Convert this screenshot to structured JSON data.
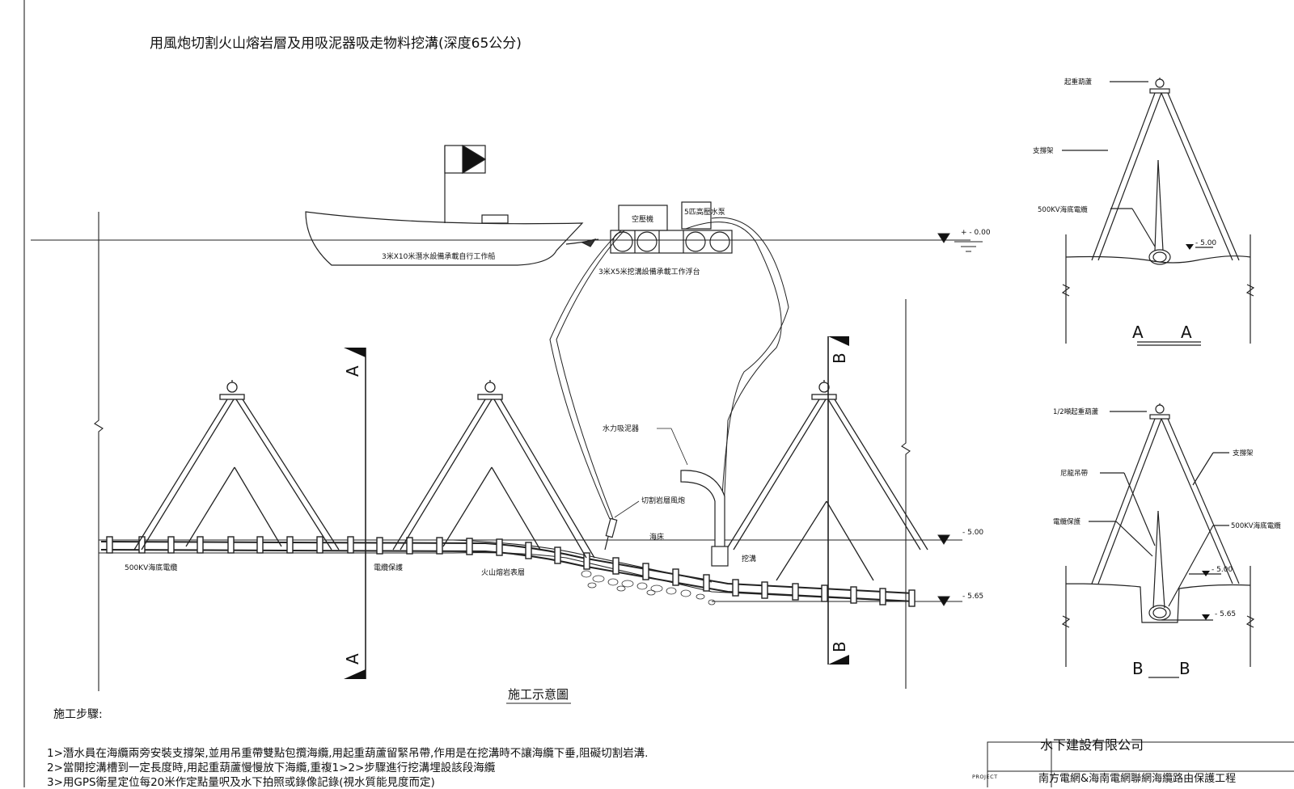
{
  "title": "用風炮切割火山熔岩層及用吸泥器吸走物料挖溝(深度65公分)",
  "labels": {
    "ship": "3米X10米潛水設備承載自行工作船",
    "platform": "3米X5米挖溝設備承載工作浮台",
    "compressor": "空壓機",
    "pump": "5匹高壓水泵",
    "suction": "水力吸泥器",
    "cutter": "切割岩層風炮",
    "seabed": "海床",
    "trench": "挖溝",
    "cable": "500KV海底電纜",
    "cable_protect": "電纜保護",
    "lava": "火山熔岩表層",
    "caption": "施工示意圖"
  },
  "levels": {
    "surface": "+ - 0.00",
    "seabed": "- 5.00",
    "trench": "- 5.65"
  },
  "sections": {
    "a": "A",
    "b": "B"
  },
  "detail_aa": {
    "hoist": "起重葫蘆",
    "frame": "支撐架",
    "cable": "500KV海底電纜",
    "level": "- 5.00",
    "caption_left": "A",
    "caption_right": "A"
  },
  "detail_bb": {
    "hoist": "1/2噸起重葫蘆",
    "frame": "支撐架",
    "sling": "尼龍吊帶",
    "protect": "電纜保護",
    "cable": "500KV海底電纜",
    "level1": "- 5.00",
    "level2": "- 5.65",
    "caption_left": "B",
    "caption_right": "B"
  },
  "steps": {
    "title": "施工步驟:",
    "items": [
      "1>潛水員在海纜兩旁安裝支撐架,並用吊重帶雙點包攬海纜,用起重葫蘆留緊吊帶,作用是在挖溝時不讓海纜下垂,阻礙切割岩溝.",
      "2>當開挖溝槽到一定長度時,用起重葫蘆慢慢放下海纜,重複1>2>步驟進行挖溝埋設該段海纜",
      "3>用GPS衛星定位每20米作定點量呎及水下拍照或錄像記錄(視水質能見度而定)"
    ]
  },
  "titleblock": {
    "company": "水下建設有限公司",
    "project_label": "PROJECT",
    "project": "南方電網&海南電網聯網海纜路由保護工程"
  }
}
